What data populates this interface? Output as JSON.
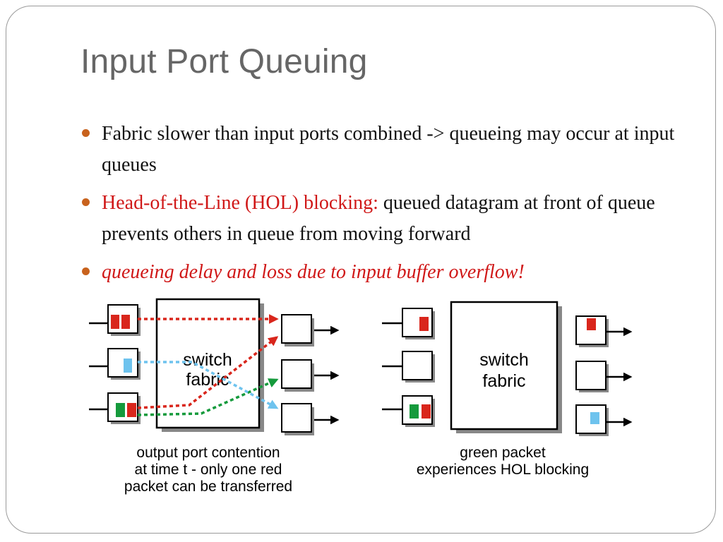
{
  "slide": {
    "title": "Input Port Queuing",
    "bullets": [
      {
        "text": "Fabric slower than input ports combined -> queueing may occur at input queues"
      },
      {
        "highlight": "Head-of-the-Line (HOL) blocking:",
        "text": " queued datagram at front of queue prevents others in queue from moving forward"
      },
      {
        "text": "queueing delay and loss due to input buffer overflow!"
      }
    ]
  },
  "diagram_left": {
    "fabric_line1": "switch",
    "fabric_line2": "fabric",
    "caption_line1": "output port contention",
    "caption_line2": "at  time t - only one red",
    "caption_line3": "packet can be transferred"
  },
  "diagram_right": {
    "fabric_line1": "switch",
    "fabric_line2": "fabric",
    "caption_line1": "green packet",
    "caption_line2": "experiences HOL blocking"
  },
  "colors": {
    "bullet_dot": "#c8621d",
    "highlight_text": "#d01818",
    "packet_red": "#d9261c",
    "packet_green": "#159a3c",
    "packet_blue": "#6ec3ee"
  }
}
